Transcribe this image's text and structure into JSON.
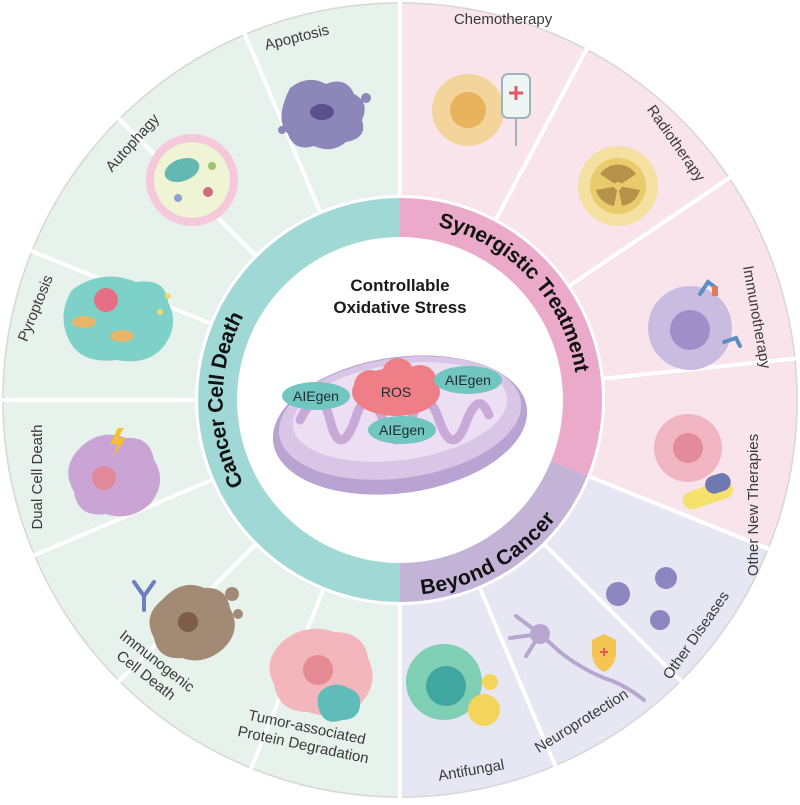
{
  "center": {
    "title_line1": "Controllable",
    "title_line2": "Oxidative Stress",
    "ros": "ROS",
    "aiegen": "AIEgen"
  },
  "bands": {
    "cancer_cell_death": "Cancer Cell Death",
    "synergistic_treatment": "Synergistic Treatment",
    "beyond_cancer": "Beyond Cancer"
  },
  "segments": {
    "chemotherapy": "Chemotherapy",
    "radiotherapy": "Radiotherapy",
    "immunotherapy": "Immunotherapy",
    "other_new_therapies": "Other New Therapies",
    "other_diseases": "Other Diseases",
    "neuroprotection": "Neuroprotection",
    "antifungal": "Antifungal",
    "tumor_line1": "Tumor-associated",
    "tumor_line2": "Protein Degradation",
    "icd_line1": "Immunogenic",
    "icd_line2": "Cell Death",
    "dual_cell_death": "Dual Cell Death",
    "pyroptosis": "Pyroptosis",
    "autophagy": "Autophagy",
    "apoptosis": "Apoptosis"
  },
  "colors": {
    "green_sector": "#e6f2eb",
    "pink_sector": "#f9e4ec",
    "lavender_sector": "#e7e6f3",
    "band_teal": "#8fd1cf",
    "band_pink": "#e79bc0",
    "band_purple": "#b9a6cf",
    "ros_red": "#ee7b80",
    "aiegen_teal": "#6fc3bf",
    "mito_purple": "#cdb6dc"
  }
}
